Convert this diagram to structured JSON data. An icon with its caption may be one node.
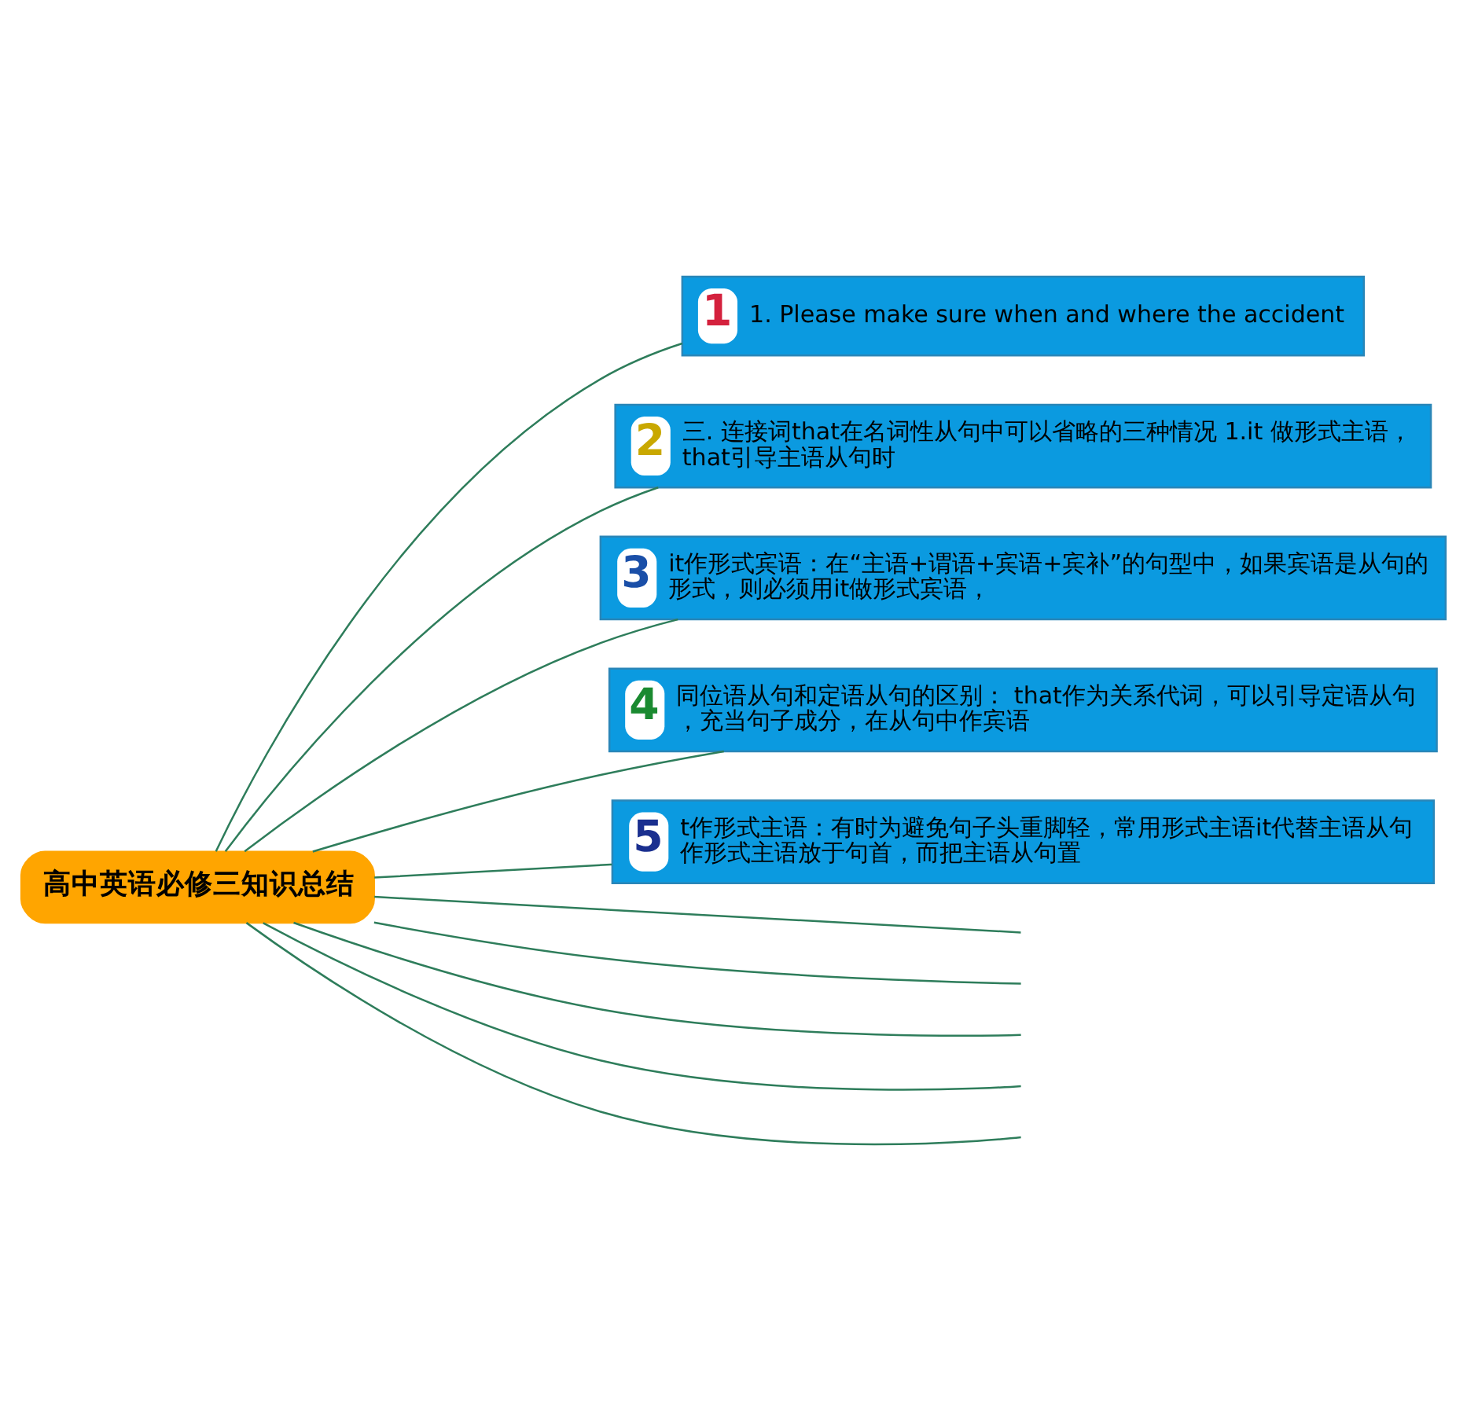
{
  "diagram": {
    "nodes": [
      {
        "text": [
          "高中英语必修三知识总结"
        ]
      },
      {
        "text": [
          "1",
          "1. Please make sure when and where the accident"
        ]
      },
      {
        "text": [
          "2",
          "三. 连接词that在名词性从句中可以省略的三种情况 1.it 做形式主语，that引导主语从句时"
        ]
      },
      {
        "text": [
          "3",
          "it作形式宾语：在“主语+谓语+宾语+宾补”的句型中，如果宾语是从句的形式，则必须用it做形式宾语，"
        ]
      },
      {
        "text": [
          "4",
          "同位语从句和定语从句的区别： that作为关系代词，可以引导定语从句，充当句子成分，在从句中作宾语"
        ]
      },
      {
        "text": [
          "5",
          "t作形式主语：有时为避免句子头重脚轻，常用形式主语it代替主语从句作形式主语放于句首，而把主语从句置"
        ]
      }
    ],
    "edges": [
      {
        "from": 0,
        "to": 1,
        "arrow": "none"
      },
      {
        "from": 0,
        "to": 2,
        "arrow": "none"
      },
      {
        "from": 0,
        "to": 3,
        "arrow": "none"
      },
      {
        "from": 0,
        "to": 4,
        "arrow": "none"
      },
      {
        "from": 0,
        "to": 5,
        "arrow": "none"
      },
      {
        "from": 0,
        "to": null,
        "arrow": "none"
      },
      {
        "from": 0,
        "to": null,
        "arrow": "none"
      },
      {
        "from": 0,
        "to": null,
        "arrow": "none"
      },
      {
        "from": 0,
        "to": null,
        "arrow": "none"
      },
      {
        "from": 0,
        "to": null,
        "arrow": "none"
      }
    ]
  }
}
